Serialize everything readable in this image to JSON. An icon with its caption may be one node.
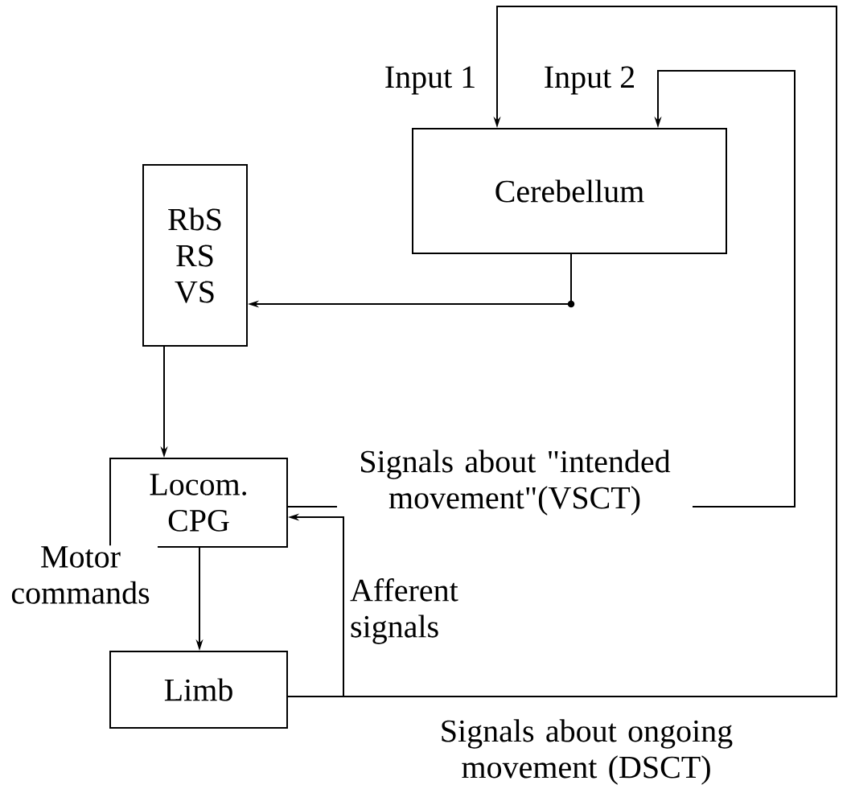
{
  "diagram": {
    "nodes": [
      {
        "text": [
          "Cerebellum"
        ]
      },
      {
        "text": [
          "RbS RS VS"
        ]
      },
      {
        "text": [
          "Locom. CPG"
        ]
      },
      {
        "text": [
          "Limb"
        ]
      }
    ],
    "edges": [
      {
        "from": 0,
        "to": 1,
        "arrow": "to"
      },
      {
        "from": 1,
        "to": 2,
        "arrow": "to"
      },
      {
        "from": 2,
        "to": 3,
        "arrow": "to",
        "label": "Motor commands"
      },
      {
        "from": 2,
        "to": 0,
        "arrow": "to",
        "label": "Signals about \"intended movement\"(VSCT)"
      },
      {
        "from": 3,
        "to": 0,
        "arrow": "to",
        "label": "Signals about ongoing movement (DSCT)"
      },
      {
        "from": 3,
        "to": 2,
        "arrow": "to",
        "label": "Afferent signals"
      }
    ],
    "labels": [
      "Input 1",
      "Input 2"
    ]
  }
}
